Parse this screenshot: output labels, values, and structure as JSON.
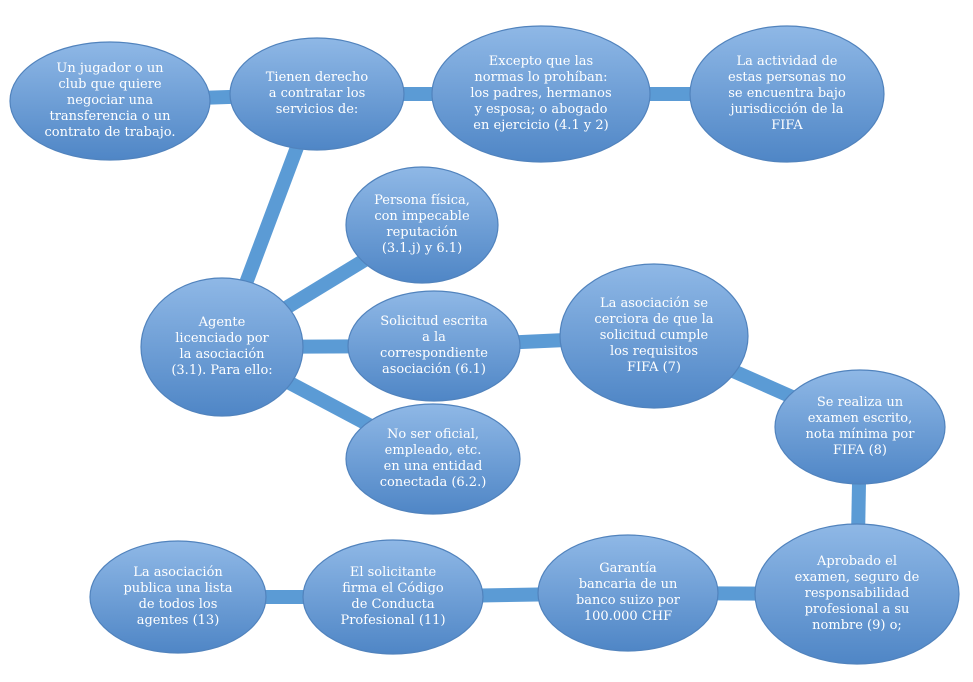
{
  "colors": {
    "node_fill_light": "#8fb8e6",
    "node_fill_dark": "#4f86c6",
    "node_border": "#5183bd",
    "connector": "#5b9bd5",
    "text": "#ffffff"
  },
  "nodes": [
    {
      "id": "n1",
      "text": "Un jugador o un\nclub que quiere\nnegociar una\ntransferencia o un\ncontrato de trabajo."
    },
    {
      "id": "n2",
      "text": "Tienen derecho\na contratar los\nservicios de:"
    },
    {
      "id": "n3",
      "text": "Excepto que las\nnormas lo prohíban:\nlos padres, hermanos\ny esposa; o abogado\nen ejercicio (4.1 y 2)"
    },
    {
      "id": "n4",
      "text": "La actividad de\nestas personas no\nse encuentra bajo\njurisdicción de la\nFIFA"
    },
    {
      "id": "n5",
      "text": "Persona física,\ncon impecable\nreputación\n(3.1.j) y 6.1)"
    },
    {
      "id": "n6",
      "text": "Agente\nlicenciado por\nla asociación\n(3.1). Para ello:"
    },
    {
      "id": "n7",
      "text": "Solicitud escrita\na la\ncorrespondiente\nasociación (6.1)"
    },
    {
      "id": "n8",
      "text": "La asociación se\ncerciora de que la\nsolicitud cumple\nlos requisitos\nFIFA (7)"
    },
    {
      "id": "n9",
      "text": "No ser oficial,\nempleado, etc.\nen una entidad\nconectada (6.2.)"
    },
    {
      "id": "n10",
      "text": "Se realiza un\nexamen escrito,\nnota mínima por\nFIFA (8)"
    },
    {
      "id": "n11",
      "text": "Aprobado el\nexamen, seguro de\nresponsabilidad\nprofesional a su\nnombre (9) o;"
    },
    {
      "id": "n12",
      "text": "Garantía\nbancaria de un\nbanco suizo por\n100.000 CHF"
    },
    {
      "id": "n13",
      "text": "El solicitante\nfirma el Código\nde Conducta\nProfesional (11)"
    },
    {
      "id": "n14",
      "text": "La asociación\npublica una lista\nde todos los\nagentes (13)"
    }
  ],
  "edges": [
    [
      "n1",
      "n2"
    ],
    [
      "n2",
      "n3"
    ],
    [
      "n3",
      "n4"
    ],
    [
      "n2",
      "n6"
    ],
    [
      "n6",
      "n5"
    ],
    [
      "n6",
      "n7"
    ],
    [
      "n6",
      "n9"
    ],
    [
      "n7",
      "n8"
    ],
    [
      "n8",
      "n10"
    ],
    [
      "n10",
      "n11"
    ],
    [
      "n11",
      "n12"
    ],
    [
      "n12",
      "n13"
    ],
    [
      "n13",
      "n14"
    ]
  ]
}
